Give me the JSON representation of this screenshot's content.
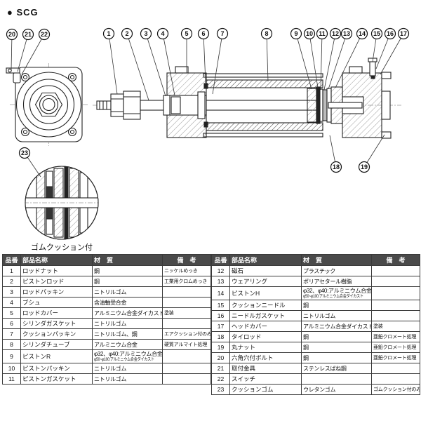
{
  "page": {
    "series_label": "● SCG"
  },
  "diagram": {
    "detail_caption": "ゴムクッション付",
    "callout_numbers": [
      "1",
      "2",
      "3",
      "4",
      "5",
      "6",
      "7",
      "8",
      "9",
      "10",
      "11",
      "12",
      "13",
      "14",
      "15",
      "16",
      "17",
      "18",
      "19",
      "20",
      "21",
      "22",
      "23"
    ]
  },
  "parts_table": {
    "headers": [
      "品番",
      "部品名称",
      "材　質",
      "備　考"
    ],
    "left_rows": [
      {
        "no": "1",
        "name": "ロッドナット",
        "material": "鋼",
        "remarks": "ニッケルめっき"
      },
      {
        "no": "2",
        "name": "ピストンロッド",
        "material": "鋼",
        "remarks": "工業用クロムめっき"
      },
      {
        "no": "3",
        "name": "ロッドパッキン",
        "material": "ニトリルゴム",
        "remarks": ""
      },
      {
        "no": "4",
        "name": "ブシュ",
        "material": "含油軸受合金",
        "remarks": ""
      },
      {
        "no": "5",
        "name": "ロッドカバー",
        "material": "アルミニウム合金ダイカスト",
        "remarks": "塗装"
      },
      {
        "no": "6",
        "name": "シリンダガスケット",
        "material": "ニトリルゴム",
        "remarks": ""
      },
      {
        "no": "7",
        "name": "クッションパッキン",
        "material": "ニトリルゴム、鋼",
        "remarks": "エアクッション付のみ"
      },
      {
        "no": "8",
        "name": "シリンダチューブ",
        "material": "アルミニウム合金",
        "remarks": "硬質アルマイト処理"
      },
      {
        "no": "9",
        "name": "ピストンR",
        "material": "φ32、φ40:アルミニウム合金",
        "material2": "φ50~φ100:アルミニウム合金ダイカスト",
        "remarks": ""
      },
      {
        "no": "10",
        "name": "ピストンパッキン",
        "material": "ニトリルゴム",
        "remarks": ""
      },
      {
        "no": "11",
        "name": "ピストンガスケット",
        "material": "ニトリルゴム",
        "remarks": ""
      }
    ],
    "right_rows": [
      {
        "no": "12",
        "name": "磁石",
        "material": "プラスチック",
        "remarks": ""
      },
      {
        "no": "13",
        "name": "ウェアリング",
        "material": "ポリアセタール樹脂",
        "remarks": ""
      },
      {
        "no": "14",
        "name": "ピストンH",
        "material": "φ32、φ40:アルミニウム合金",
        "material2": "φ50~φ100:アルミニウム合金ダイカスト",
        "remarks": ""
      },
      {
        "no": "15",
        "name": "クッションニードル",
        "material": "鋼",
        "remarks": ""
      },
      {
        "no": "16",
        "name": "ニードルガスケット",
        "material": "ニトリルゴム",
        "remarks": ""
      },
      {
        "no": "17",
        "name": "ヘッドカバー",
        "material": "アルミニウム合金ダイカスト",
        "remarks": "塗装"
      },
      {
        "no": "18",
        "name": "タイロッド",
        "material": "鋼",
        "remarks": "亜鉛クロメート処理"
      },
      {
        "no": "19",
        "name": "丸ナット",
        "material": "鋼",
        "remarks": "亜鉛クロメート処理"
      },
      {
        "no": "20",
        "name": "六角穴付ボルト",
        "material": "鋼",
        "remarks": "亜鉛クロメート処理"
      },
      {
        "no": "21",
        "name": "取付金具",
        "material": "ステンレスばね鋼",
        "remarks": ""
      },
      {
        "no": "22",
        "name": "スイッチ",
        "material": "",
        "remarks": ""
      },
      {
        "no": "23",
        "name": "クッションゴム",
        "material": "ウレタンゴム",
        "remarks": "ゴムクッション付のみ"
      }
    ]
  }
}
